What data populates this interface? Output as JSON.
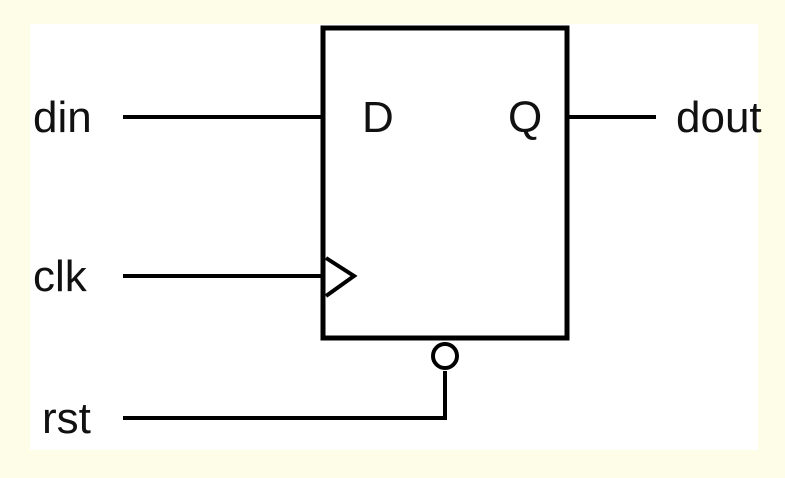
{
  "inputs": {
    "din": "din",
    "clk": "clk",
    "rst": "rst"
  },
  "outputs": {
    "dout": "dout"
  },
  "flipflop": {
    "d_pin": "D",
    "q_pin": "Q"
  }
}
